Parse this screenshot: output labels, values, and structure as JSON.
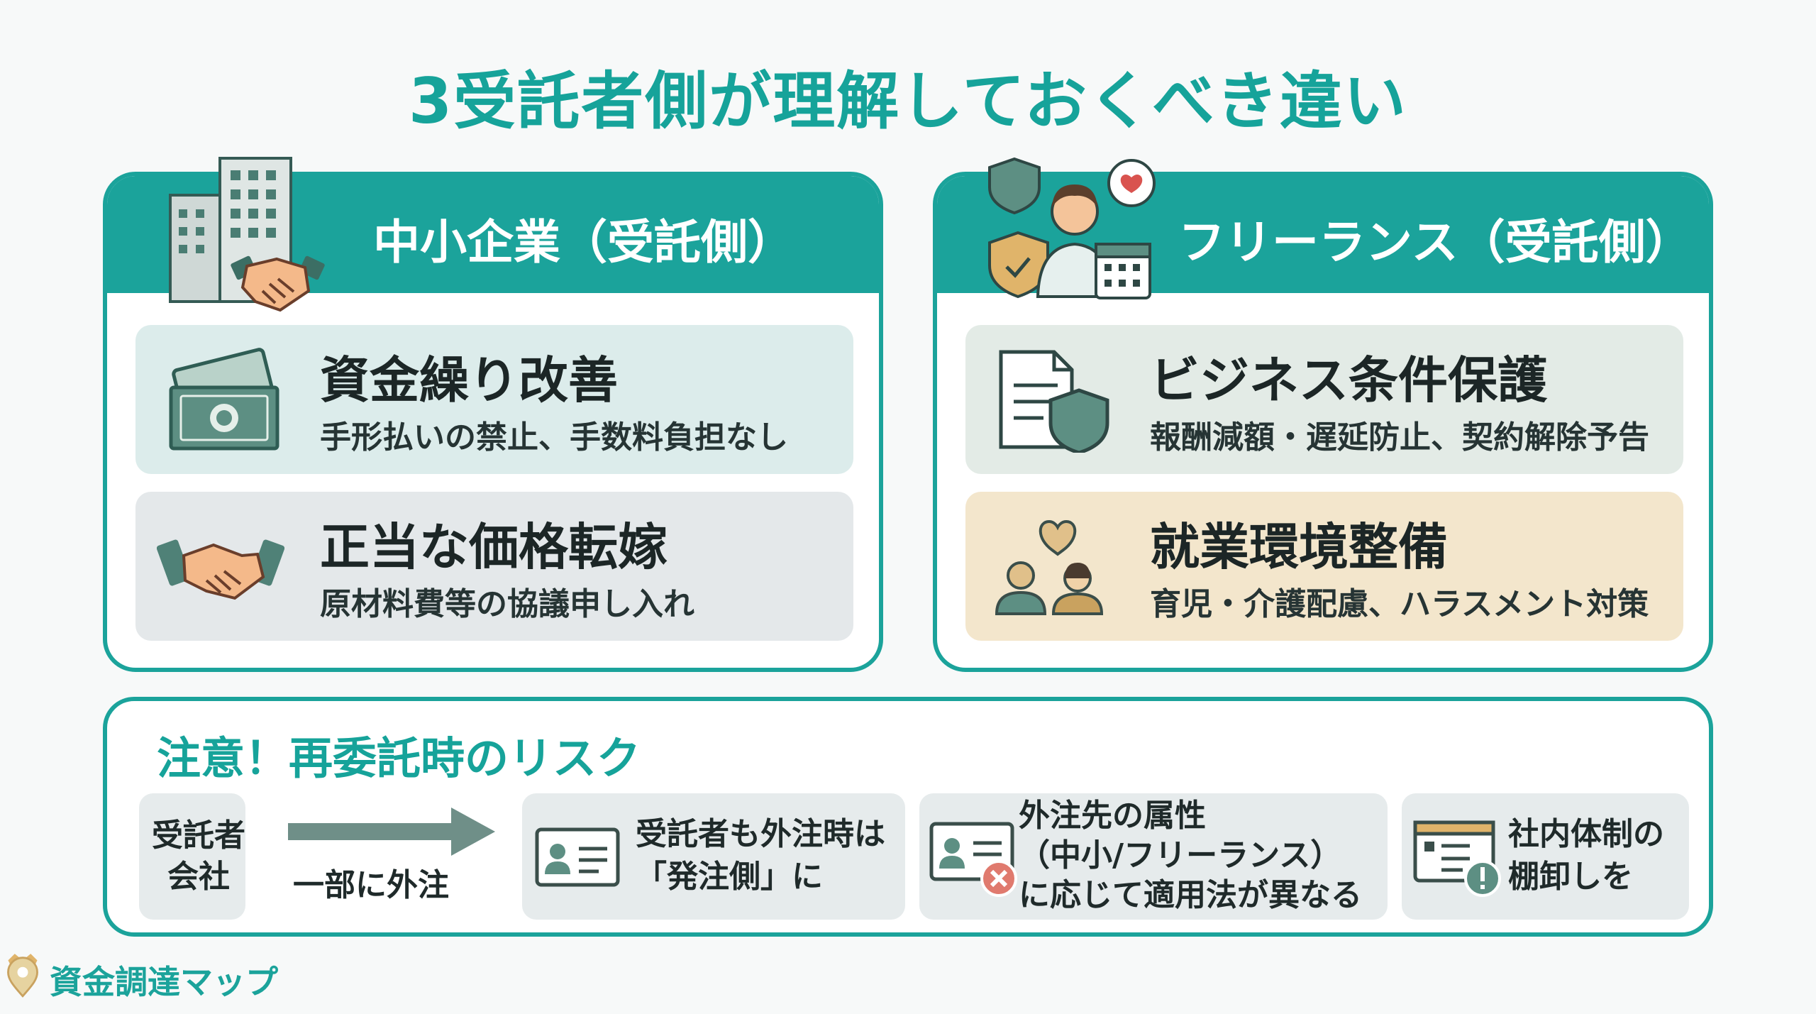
{
  "title": "3受託者側が理解しておくべき違い",
  "left_panel": {
    "title": "中小企業（受託側）",
    "cards": [
      {
        "title": "資金繰り改善",
        "subtitle": "手形払いの禁止、手数料負担なし",
        "icon": "money-icon"
      },
      {
        "title": "正当な価格転嫁",
        "subtitle": "原材料費等の協議申し入れ",
        "icon": "handshake-icon"
      }
    ],
    "header_icon": "building-handshake-icon"
  },
  "right_panel": {
    "title": "フリーランス（受託側）",
    "cards": [
      {
        "title": "ビジネス条件保護",
        "subtitle": "報酬減額・遅延防止、契約解除予告",
        "icon": "document-shield-icon"
      },
      {
        "title": "就業環境整備",
        "subtitle": "育児・介護配慮、ハラスメント対策",
        "icon": "people-heart-icon"
      }
    ],
    "header_icon": "freelancer-icon"
  },
  "risk": {
    "title": "注意！再委託時のリスク",
    "company_label_line1": "受託者",
    "company_label_line2": "会社",
    "arrow_label": "一部に外注",
    "steps": [
      {
        "line1": "受託者も外注時は",
        "line2": "「発注側」に",
        "icon": "id-card-icon"
      },
      {
        "line1": "外注先の属性",
        "line2": "（中小/フリーランス）",
        "line3": "に応じて適用法が異なる",
        "icon": "id-card-x-icon"
      },
      {
        "line1": "社内体制の",
        "line2": "棚卸しを",
        "icon": "checklist-alert-icon"
      }
    ]
  },
  "brand": "資金調達マップ",
  "colors": {
    "accent": "#1ba39b",
    "dark_green": "#3d6e63"
  }
}
